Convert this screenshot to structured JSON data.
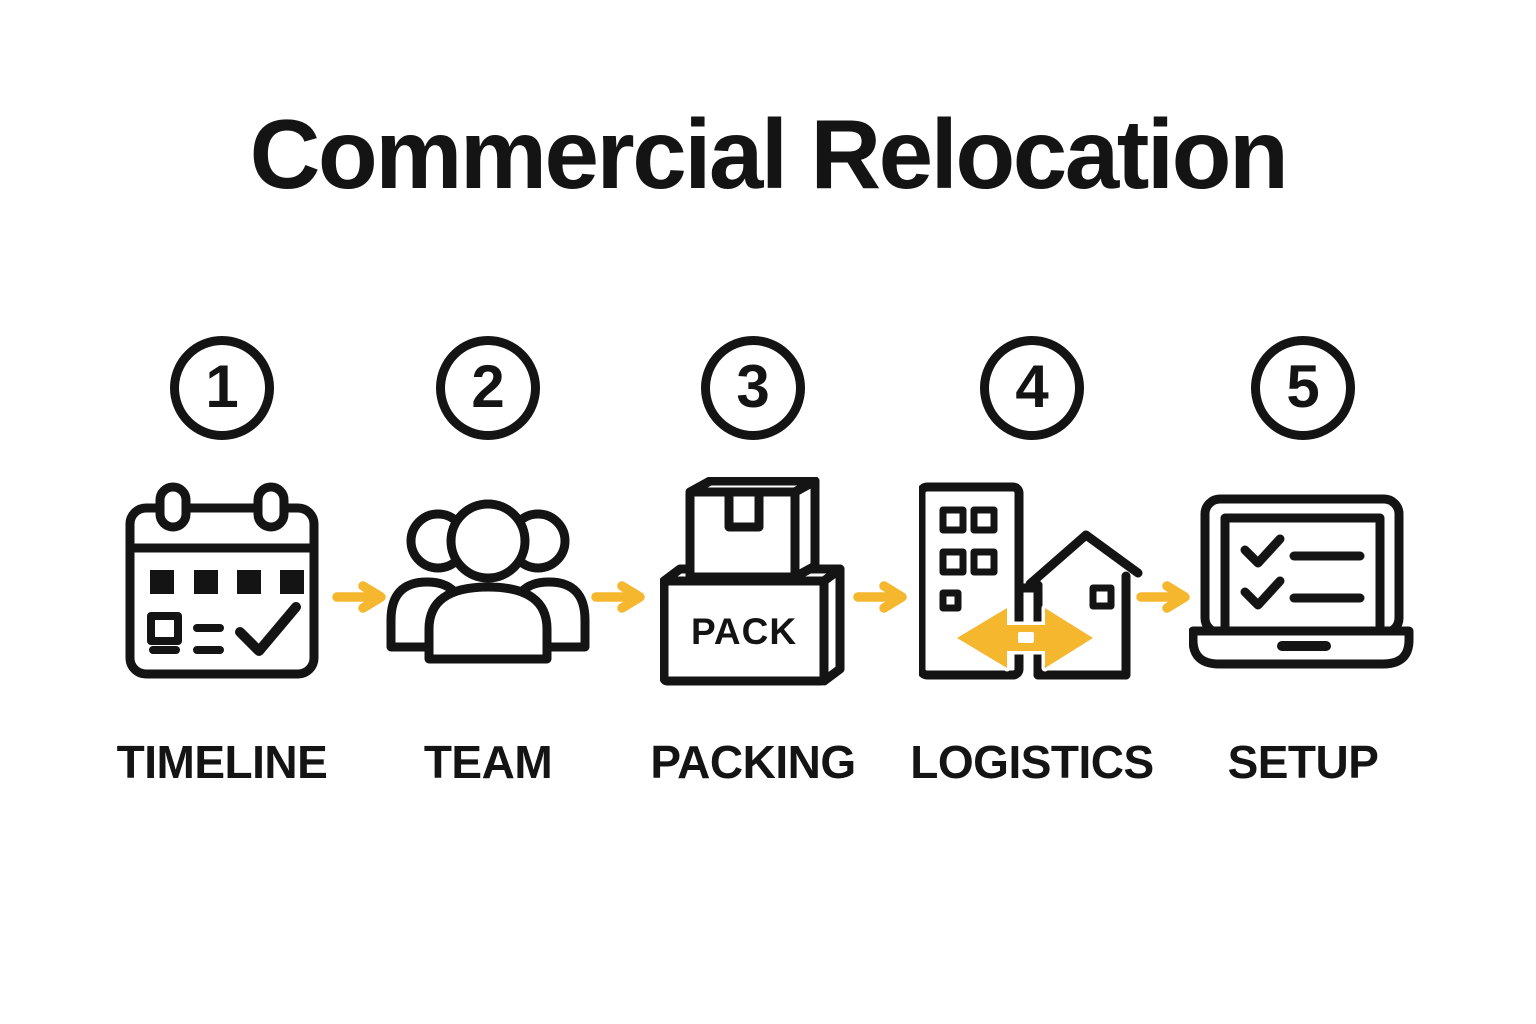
{
  "title": "Commercial Relocation",
  "palette": {
    "ink": "#141414",
    "accent": "#F5B72E",
    "background": "#FFFFFF"
  },
  "steps": [
    {
      "number": "1",
      "label": "TIMELINE",
      "icon": "calendar-checklist-icon"
    },
    {
      "number": "2",
      "label": "TEAM",
      "icon": "team-group-icon"
    },
    {
      "number": "3",
      "label": "PACKING",
      "icon": "stacked-boxes-icon",
      "icon_text": "PACK"
    },
    {
      "number": "4",
      "label": "LOGISTICS",
      "icon": "building-transfer-icon"
    },
    {
      "number": "5",
      "label": "SETUP",
      "icon": "laptop-checklist-icon"
    }
  ],
  "flow": {
    "connector": "right-arrow",
    "count": 4,
    "color": "#F5B72E"
  }
}
